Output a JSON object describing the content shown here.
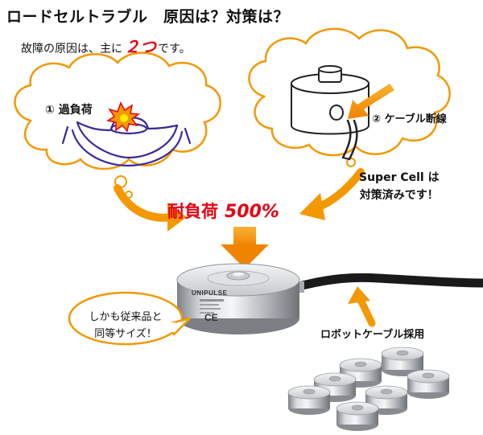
{
  "title": "ロードセルトラブル　原因は？対策は？",
  "subtitle": {
    "before": "故障の原因は、主に",
    "number": "２つ",
    "after": "です。"
  },
  "cause1": {
    "label": "① 過負荷"
  },
  "cause2": {
    "label": "② ケーブル断線"
  },
  "supercell_note": {
    "line1": "Super Cell は",
    "line2": "対策済みです！"
  },
  "capacity": {
    "label": "耐負荷",
    "value": "500%"
  },
  "speech_bubble": {
    "line1": "しかも従来品と",
    "line2": "同等サイズ！"
  },
  "robot_cable": "ロボットケーブル採用",
  "product": {
    "brand": "UNIPULSE",
    "ce_mark": "CE"
  },
  "colors": {
    "accent_red": "#e60012",
    "arrow_orange": "#f39800",
    "sketch_purple": "#3a2a9a"
  }
}
